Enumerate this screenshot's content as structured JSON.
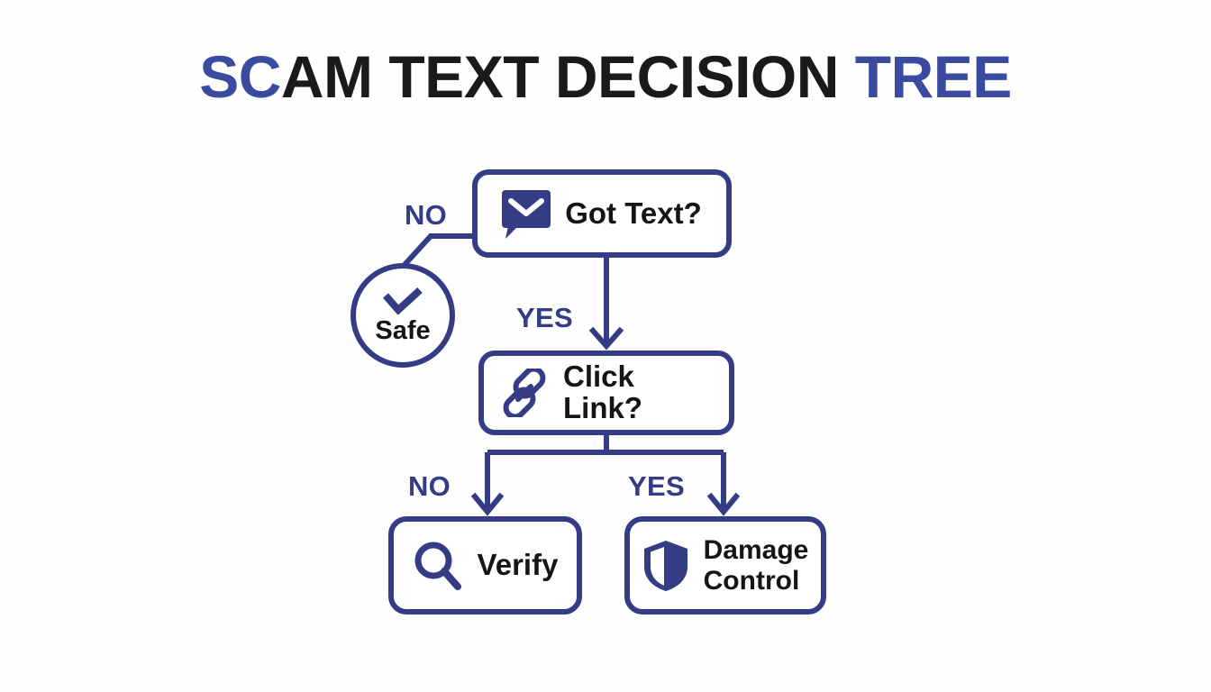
{
  "title": {
    "part_blue_lead": "SC",
    "part_dark": "AM TEXT DECISION ",
    "part_blue_tail": "TREE",
    "full_text": "SCAM TEXT DECISION TREE"
  },
  "colors": {
    "brand_blue": "#333c84",
    "title_blue": "#3a4a9f",
    "text_dark": "#151515",
    "background": "#fefefe"
  },
  "nodes": {
    "got_text": {
      "label": "Got Text?",
      "icon": "message-bubble-icon"
    },
    "safe": {
      "label": "Safe",
      "icon": "check-icon"
    },
    "click_link": {
      "label": "Click Link?",
      "icon": "link-chain-icon"
    },
    "verify": {
      "label": "Verify",
      "icon": "magnifier-icon"
    },
    "damage_control": {
      "label": "Damage\nControl",
      "icon": "shield-icon"
    }
  },
  "edges": {
    "got_text_no": "NO",
    "got_text_yes": "YES",
    "click_link_no": "NO",
    "click_link_yes": "YES"
  }
}
